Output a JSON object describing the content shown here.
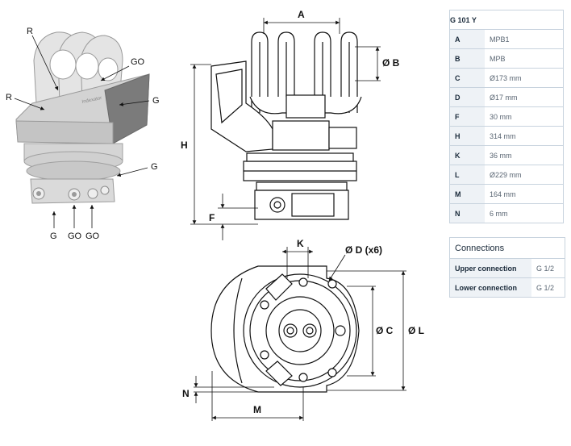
{
  "spec_table": {
    "title": "G 101 Y",
    "rows": [
      {
        "key": "A",
        "value": "MPB1"
      },
      {
        "key": "B",
        "value": "MPB"
      },
      {
        "key": "C",
        "value": "Ø173 mm"
      },
      {
        "key": "D",
        "value": "Ø17 mm"
      },
      {
        "key": "F",
        "value": "30 mm"
      },
      {
        "key": "H",
        "value": "314 mm"
      },
      {
        "key": "K",
        "value": "36 mm"
      },
      {
        "key": "L",
        "value": "Ø229 mm"
      },
      {
        "key": "M",
        "value": "164 mm"
      },
      {
        "key": "N",
        "value": "6 mm"
      }
    ]
  },
  "connections": {
    "title": "Connections",
    "rows": [
      {
        "label": "Upper connection",
        "value": "G 1/2"
      },
      {
        "label": "Lower connection",
        "value": "G 1/2"
      }
    ]
  },
  "iso_view_labels": {
    "r_top": "R",
    "go_top": "GO",
    "r_left": "R",
    "g_right_upper": "G",
    "g_right_lower": "G",
    "g_bottom": "G",
    "go_bottom_1": "GO",
    "go_bottom_2": "GO"
  },
  "side_view_dims": {
    "a": "A",
    "b": "Ø B",
    "h": "H",
    "f": "F"
  },
  "bottom_view_dims": {
    "k": "K",
    "d": "Ø D (x6)",
    "c": "Ø C",
    "l": "Ø L",
    "n": "N",
    "m": "M"
  }
}
